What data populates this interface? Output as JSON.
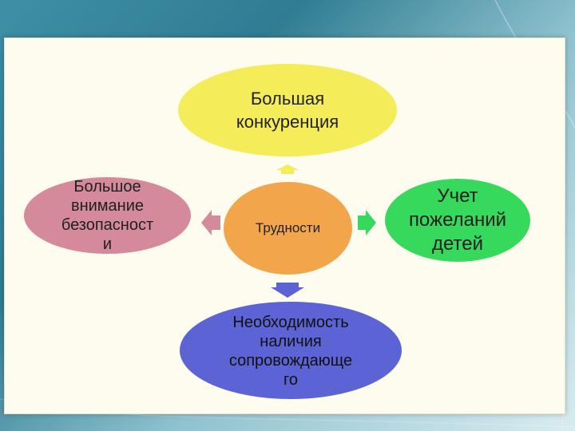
{
  "diagram": {
    "center": {
      "label": "Трудности",
      "color": "#f2a54a"
    },
    "nodes": [
      {
        "id": "top",
        "label": "Большая\nконкуренция",
        "color": "#f4ec58",
        "direction": "up"
      },
      {
        "id": "left",
        "label": "Большое\nвнимание\nбезопасност\nи",
        "color": "#d48a9b",
        "direction": "left"
      },
      {
        "id": "right",
        "label": "Учет\nпожеланий\nдетей",
        "color": "#36d95c",
        "direction": "right"
      },
      {
        "id": "bottom",
        "label": "Необходимость\nналичия\nсопровождающе\nго",
        "color": "#5c63d4",
        "direction": "down"
      }
    ]
  }
}
